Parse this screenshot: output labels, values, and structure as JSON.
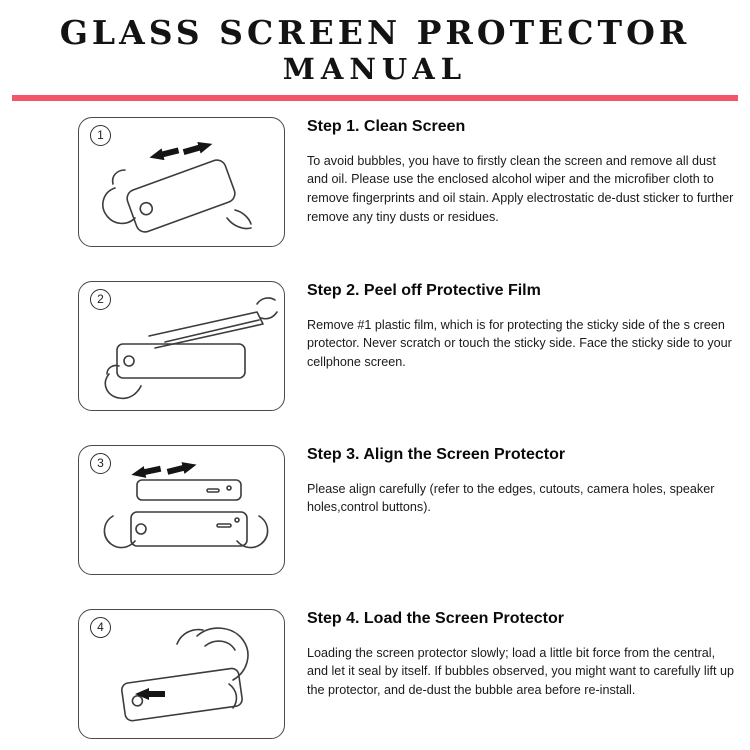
{
  "page": {
    "title_line1": "GLASS SCREEN PROTECTOR",
    "title_line2": "MANUAL",
    "divider_color": "#f2566b"
  },
  "steps": [
    {
      "number": "1",
      "heading": "Step 1. Clean Screen",
      "body": "To avoid bubbles, you have to firstly clean the screen and remove all dust and oil. Please use the enclosed alcohol wiper and the microfiber cloth to remove fingerprints and oil stain. Apply electrostatic de-dust sticker to further remove any tiny dusts or residues."
    },
    {
      "number": "2",
      "heading": "Step 2. Peel off Protective Film",
      "body": "Remove #1 plastic film, which is for protecting the sticky side of the s creen protector. Never scratch or touch the sticky side. Face the sticky side to your cellphone screen."
    },
    {
      "number": "3",
      "heading": "Step 3. Align the Screen Protector",
      "body": "Please align carefully (refer to the edges, cutouts, camera holes, speaker holes,control buttons)."
    },
    {
      "number": "4",
      "heading": "Step 4. Load the Screen Protector",
      "body": "Loading the screen protector slowly; load a little bit force from the central, and let it seal by itself. If bubbles observed, you might want to carefully lift up the protector, and de-dust the bubble area before re-install."
    }
  ]
}
